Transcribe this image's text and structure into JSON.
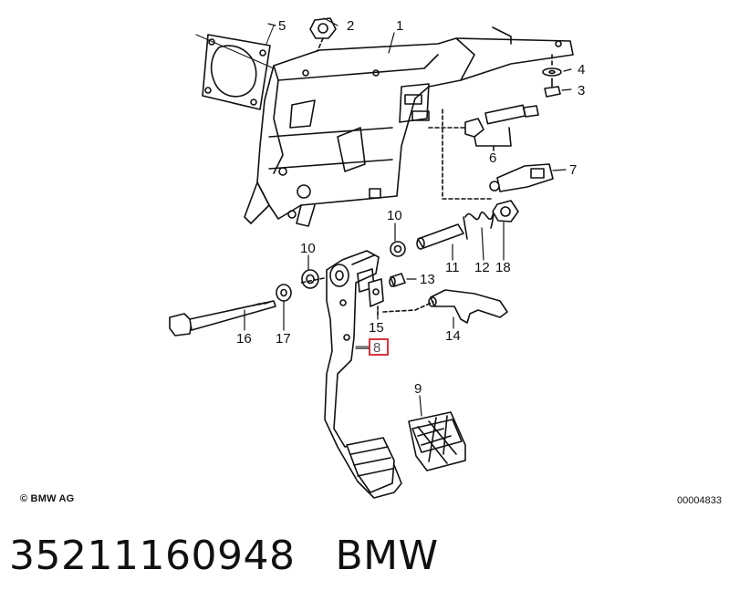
{
  "callouts": {
    "c1": "1",
    "c2": "2",
    "c3": "3",
    "c4": "4",
    "c5": "5",
    "c6": "6",
    "c7": "7",
    "c8": "8",
    "c9": "9",
    "c10a": "10",
    "c10b": "10",
    "c11": "11",
    "c12": "12",
    "c13": "13",
    "c14": "14",
    "c15": "15",
    "c16": "16",
    "c17": "17",
    "c18": "18"
  },
  "highlighted_callout": "8",
  "highlight_color": "#d0202a",
  "copyright": "© BMW AG",
  "diagram_code": "00004833",
  "part_number": "35211160948",
  "brand": "BMW"
}
